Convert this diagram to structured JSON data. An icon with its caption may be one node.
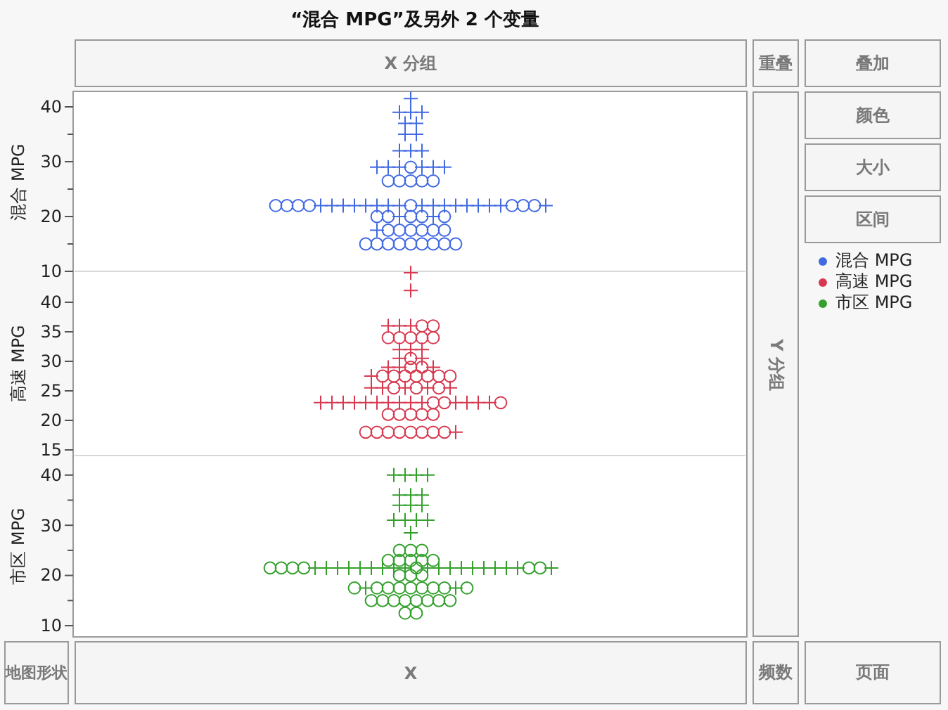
{
  "diagram": {
    "title": "“混合 MPG”及另外 2 个变量",
    "nodes": [
      {
        "text": [
          "X 分组"
        ]
      },
      {
        "text": [
          "重叠"
        ]
      },
      {
        "text": [
          "叠加"
        ]
      },
      {
        "text": [
          "颜色"
        ]
      },
      {
        "text": [
          "大小"
        ]
      },
      {
        "text": [
          "区间"
        ]
      },
      {
        "text": [
          "Y 分组"
        ]
      },
      {
        "text": [
          "地图形状"
        ]
      },
      {
        "text": [
          "X"
        ]
      },
      {
        "text": [
          "频数"
        ]
      },
      {
        "text": [
          "页面"
        ]
      }
    ],
    "labels": [
      "混合 MPG",
      "40",
      "30",
      "20",
      "10",
      "高速 MPG",
      "40",
      "35",
      "30",
      "25",
      "20",
      "15",
      "市区 MPG",
      "40",
      "30",
      "20",
      "10"
    ],
    "legend": [
      {
        "text": "混合 MPG",
        "color": "#4169e1"
      },
      {
        "text": "高速 MPG",
        "color": "#d6394f"
      },
      {
        "text": "市区 MPG",
        "color": "#33a02c"
      }
    ]
  }
}
